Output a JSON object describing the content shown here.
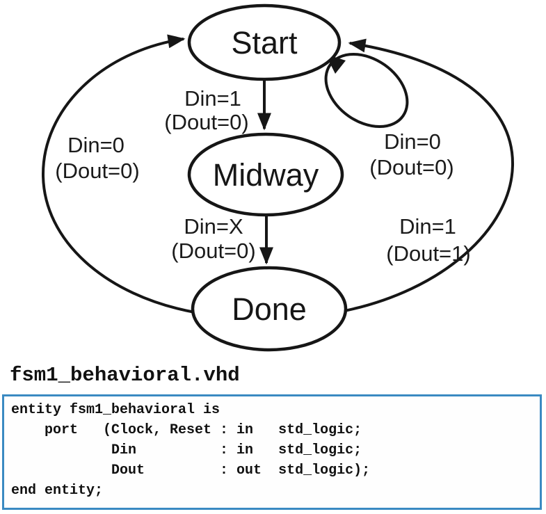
{
  "diagram": {
    "states": [
      {
        "label": "Start"
      },
      {
        "label": "Midway"
      },
      {
        "label": "Done"
      }
    ],
    "transitions": [
      {
        "name": "start-to-midway",
        "condition": "Din=1",
        "output": "(Dout=0)"
      },
      {
        "name": "midway-to-done",
        "condition": "Din=X",
        "output": "(Dout=0)"
      },
      {
        "name": "done-to-start-left",
        "condition": "Din=0",
        "output": "(Dout=0)"
      },
      {
        "name": "start-self-loop",
        "condition": "Din=0",
        "output": "(Dout=0)"
      },
      {
        "name": "done-to-start-right",
        "condition": "Din=1",
        "output": "(Dout=1)"
      }
    ]
  },
  "code_panel": {
    "filename": "fsm1_behavioral.vhd",
    "border_color": "#3a8ac2",
    "lines": [
      "entity fsm1_behavioral is",
      "    port   (Clock, Reset : in   std_logic;",
      "            Din          : in   std_logic;",
      "            Dout         : out  std_logic);",
      "end entity;"
    ]
  }
}
